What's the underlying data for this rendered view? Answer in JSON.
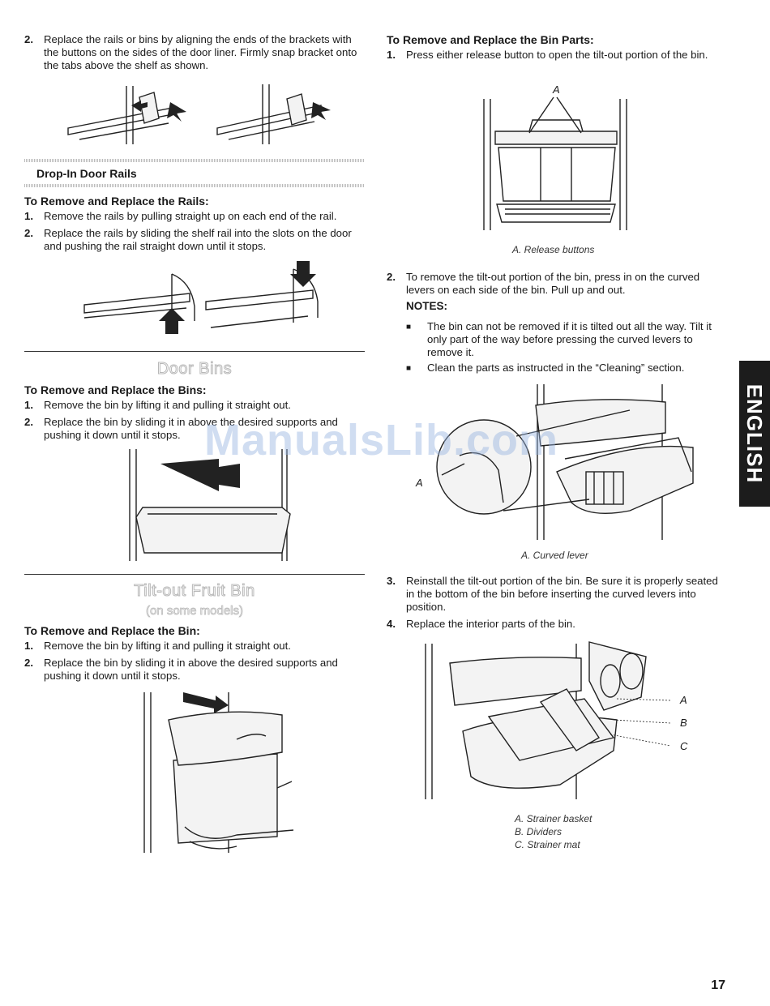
{
  "left": {
    "step_2_rails": {
      "num": "2.",
      "text": "Replace the rails or bins by aligning the ends of the brackets with the buttons on the sides of the door liner. Firmly snap bracket onto the tabs above the shelf as shown."
    },
    "drop_in_title": "Drop-In Door Rails",
    "rails_heading": "To Remove and Replace the Rails:",
    "rails_steps": [
      {
        "num": "1.",
        "text": "Remove the rails by pulling straight up on each end of the rail."
      },
      {
        "num": "2.",
        "text": "Replace the rails by sliding the shelf rail into the slots on the door and pushing the rail straight down until it stops."
      }
    ],
    "door_bins_title": "Door Bins",
    "bins_heading": "To Remove and Replace the Bins:",
    "bins_steps": [
      {
        "num": "1.",
        "text": "Remove the bin by lifting it and pulling it straight out."
      },
      {
        "num": "2.",
        "text": "Replace the bin by sliding it in above the desired supports and pushing it down until it stops."
      }
    ],
    "fruit_bin_title": "Tilt-out Fruit Bin",
    "fruit_bin_subtitle": "(on some models)",
    "bin_heading": "To Remove and Replace the Bin:",
    "bin_steps": [
      {
        "num": "1.",
        "text": "Remove the bin by lifting it and pulling it straight out."
      },
      {
        "num": "2.",
        "text": "Replace the bin by sliding it in above the desired supports and pushing it down until it stops."
      }
    ]
  },
  "right": {
    "parts_heading": "To Remove and Replace the Bin Parts:",
    "step_1": {
      "num": "1.",
      "text": "Press either release button to open the tilt-out portion of the bin."
    },
    "fig1_label": "A",
    "fig1_caption": "A. Release buttons",
    "step_2": {
      "num": "2.",
      "text": "To remove the tilt-out portion of the bin, press in on the curved levers on each side of the bin. Pull up and out."
    },
    "notes_label": "NOTES:",
    "notes": [
      "The bin can not be removed if it is tilted out all the way. Tilt it only part of the way before pressing the curved levers to remove it.",
      "Clean the parts as instructed in the “Cleaning” section."
    ],
    "fig2_label": "A",
    "fig2_caption": "A. Curved lever",
    "step_3": {
      "num": "3.",
      "text": "Reinstall the tilt-out portion of the bin. Be sure it is properly seated in the bottom of the bin before inserting the curved levers into position."
    },
    "step_4": {
      "num": "4.",
      "text": "Replace the interior parts of the bin."
    },
    "fig3_labels": [
      "A",
      "B",
      "C"
    ],
    "fig3_captions": [
      "A. Strainer basket",
      "B. Dividers",
      "C. Strainer mat"
    ]
  },
  "side_tab": "ENGLISH",
  "watermark": "ManualsLib.com",
  "page_number": "17"
}
